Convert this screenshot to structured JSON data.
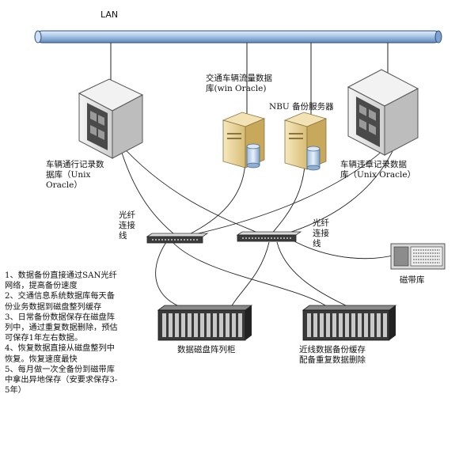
{
  "network": {
    "name": "LAN"
  },
  "nodes": {
    "left_server": {
      "label": "车辆通行记录数\n据库（Unix\nOracle）",
      "icon": "unix-server-icon"
    },
    "traffic_db_server": {
      "label": "交通车辆流量数据\n库(win Oracle)",
      "icon": "db-server-icon"
    },
    "nbu_server": {
      "label": "NBU 备份服务器",
      "icon": "db-server-icon"
    },
    "right_server": {
      "label": "车辆违章记录数据\n库（Unix Oracle）",
      "icon": "unix-server-icon"
    },
    "fc_switch_left": {
      "label": "光纤\n连接\n线",
      "icon": "fiber-switch-icon"
    },
    "fc_switch_right": {
      "label": "光纤\n连接\n线",
      "icon": "fiber-switch-icon"
    },
    "tape_library": {
      "label": "磁带库",
      "icon": "tape-library-icon"
    },
    "disk_array": {
      "label": "数据磁盘阵列柜",
      "icon": "disk-array-icon"
    },
    "nearline_array": {
      "label": "近线数据备份缓存\n配备重复数据删除",
      "icon": "disk-array-icon"
    }
  },
  "notes": [
    "1、数据备份直接通过SAN光纤\n网络，提高备份速度",
    "2、交通信息系统数据库每天备\n份业务数据到磁盘整列缓存",
    "3、日常备份数据保存在磁盘阵\n列中，通过重复数据删除，预估\n可保存1年左右数据。",
    "4、恢复数据直接从磁盘整列中\n恢复。恢复速度最快",
    "5、每月做一次全备份到磁带库\n中拿出异地保存（安要求保存3-\n5年）"
  ],
  "colors": {
    "lan_pipe": "#a9c6e8",
    "pipe_edge": "#2f4f7a",
    "server_body": "#e8e8e8",
    "db_body": "#e9d59f",
    "array_dark": "#3a3a3a"
  }
}
